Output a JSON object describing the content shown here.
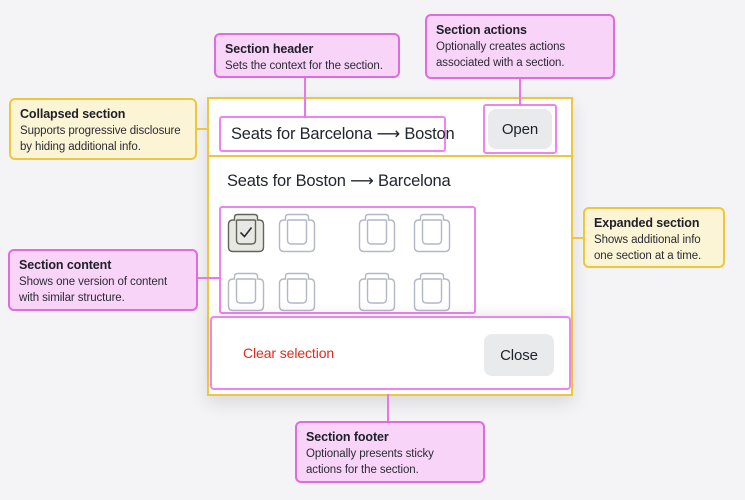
{
  "card": {
    "collapsed_header": {
      "title": "Seats for Barcelona ⟶ Boston",
      "action_label": "Open"
    },
    "expanded": {
      "title": "Seats for Boston ⟶ Barcelona",
      "seat_rows": [
        [
          true,
          false,
          false,
          false
        ],
        [
          false,
          false,
          false,
          false
        ]
      ],
      "selected_seat_icon": "check-icon"
    },
    "footer": {
      "clear_label": "Clear selection",
      "close_label": "Close"
    }
  },
  "callouts": {
    "section_header": {
      "title": "Section header",
      "body": "Sets the context for the section."
    },
    "section_actions": {
      "title": "Section actions",
      "body": "Optionally creates actions\nassociated with a section."
    },
    "collapsed_section": {
      "title": "Collapsed section",
      "body": "Supports progressive disclosure\nby hiding additional info."
    },
    "section_content": {
      "title": "Section content",
      "body": "Shows one version of content\nwith similar structure."
    },
    "expanded_section": {
      "title": "Expanded section",
      "body": "Shows additional info\none section at a time."
    },
    "section_footer": {
      "title": "Section footer",
      "body": "Optionally presents sticky\nactions for the section."
    }
  },
  "colors": {
    "page_background": "#f4f4f6",
    "card_background": "#ffffff",
    "annotation_pink_border": "#df6bdf",
    "annotation_pink_fill": "#f8d4f8",
    "annotation_yellow_border": "#edc73d",
    "annotation_yellow_fill": "#fbf5d5",
    "highlight_outline_pink": "#ee85ee",
    "button_background": "#e8eaec",
    "danger_text": "#de2a1f",
    "seat_outline": "#b3b7c6",
    "seat_selected_fill": "#e7e8e3",
    "text_dark": "#22262f"
  }
}
